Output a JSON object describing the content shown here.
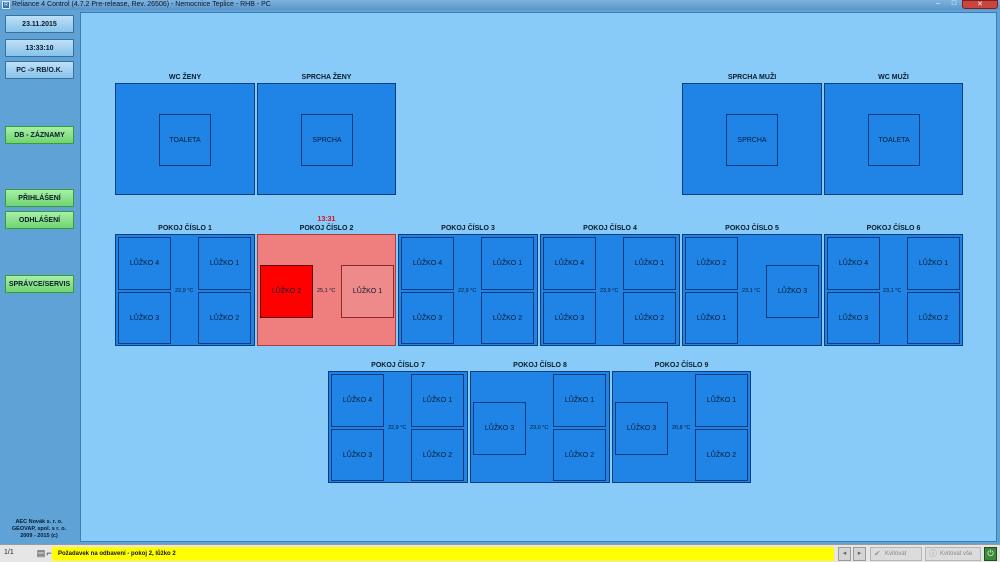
{
  "window": {
    "title": "Reliance 4 Control (4.7.2 Pre-release, Rev. 26506) - Nemocnice Teplice - RHB - PC",
    "icon": "app-icon",
    "minimize": "–",
    "maximize": "□",
    "close": "✕"
  },
  "sidebar": {
    "date": "23.11.2015",
    "time": "13:33:10",
    "connection": "PC -> RB/O.K.",
    "db_button": "DB - ZÁZNAMY",
    "login_button": "PŘIHLÁŠENÍ",
    "logout_button": "ODHLÁŠENÍ",
    "admin_button": "SPRÁVCE/SERVIS",
    "footer": [
      "AEC Novák s. r. o.",
      "GEOVAP, spol. s r. o.",
      "2009 - 2015 (c)"
    ]
  },
  "facilities": [
    {
      "title": "WC ŽENY",
      "unit": "TOALETA"
    },
    {
      "title": "SPRCHA ŽENY",
      "unit": "SPRCHA"
    },
    {
      "title": "SPRCHA MUŽI",
      "unit": "SPRCHA"
    },
    {
      "title": "WC MUŽI",
      "unit": "TOALETA"
    }
  ],
  "rooms": [
    {
      "title": "POKOJ ČÍSLO 1",
      "temp": "22,9 °C",
      "beds": [
        "LŮŽKO 4",
        "LŮŽKO 1",
        "LŮŽKO 3",
        "LŮŽKO 2"
      ]
    },
    {
      "title": "POKOJ ČÍSLO 2",
      "temp": "25,1 °C",
      "alarm_time": "13:31",
      "beds": [
        "LŮŽKO 2",
        "LŮŽKO 1"
      ]
    },
    {
      "title": "POKOJ ČÍSLO 3",
      "temp": "22,9 °C",
      "beds": [
        "LŮŽKO 4",
        "LŮŽKO 1",
        "LŮŽKO 3",
        "LŮŽKO 2"
      ]
    },
    {
      "title": "POKOJ ČÍSLO 4",
      "temp": "23,9 °C",
      "beds": [
        "LŮŽKO 4",
        "LŮŽKO 1",
        "LŮŽKO 3",
        "LŮŽKO 2"
      ]
    },
    {
      "title": "POKOJ ČÍSLO 5",
      "temp": "23,1 °C",
      "beds": [
        "LŮŽKO 2",
        "LŮŽKO 3",
        "LŮŽKO 1"
      ]
    },
    {
      "title": "POKOJ ČÍSLO 6",
      "temp": "23,1 °C",
      "beds": [
        "LŮŽKO 4",
        "LŮŽKO 1",
        "LŮŽKO 3",
        "LŮŽKO 2"
      ]
    },
    {
      "title": "POKOJ ČÍSLO 7",
      "temp": "22,9 °C",
      "beds": [
        "LŮŽKO 4",
        "LŮŽKO 1",
        "LŮŽKO 3",
        "LŮŽKO 2"
      ]
    },
    {
      "title": "POKOJ ČÍSLO 8",
      "temp": "23,0 °C",
      "beds": [
        "LŮŽKO 3",
        "LŮŽKO 1",
        "LŮŽKO 2"
      ]
    },
    {
      "title": "POKOJ ČÍSLO 9",
      "temp": "20,8 °C",
      "beds": [
        "LŮŽKO 3",
        "LŮŽKO 1",
        "LŮŽKO 2"
      ]
    }
  ],
  "statusbar": {
    "page": "1/1",
    "page_icon": "▤",
    "signal_icon": "⌐",
    "message": "Požadavek na odbavení - pokoj 2, lůžko 2",
    "prev": "◂",
    "next": "▸",
    "ack_button": "Kvitovat",
    "ack_icon": "✔",
    "ack_all_button": "Kvitovat vše",
    "ack_all_icon": "ⓘ",
    "exit_icon": "⏻"
  },
  "colors": {
    "panel_bg": "#88cbf8",
    "room_blue": "#1f84e6",
    "alarm_room": "#ef7f7f",
    "alarm_bed": "#ff0000",
    "alarm_time": "#d8121b",
    "message_bar": "#ffff00"
  }
}
